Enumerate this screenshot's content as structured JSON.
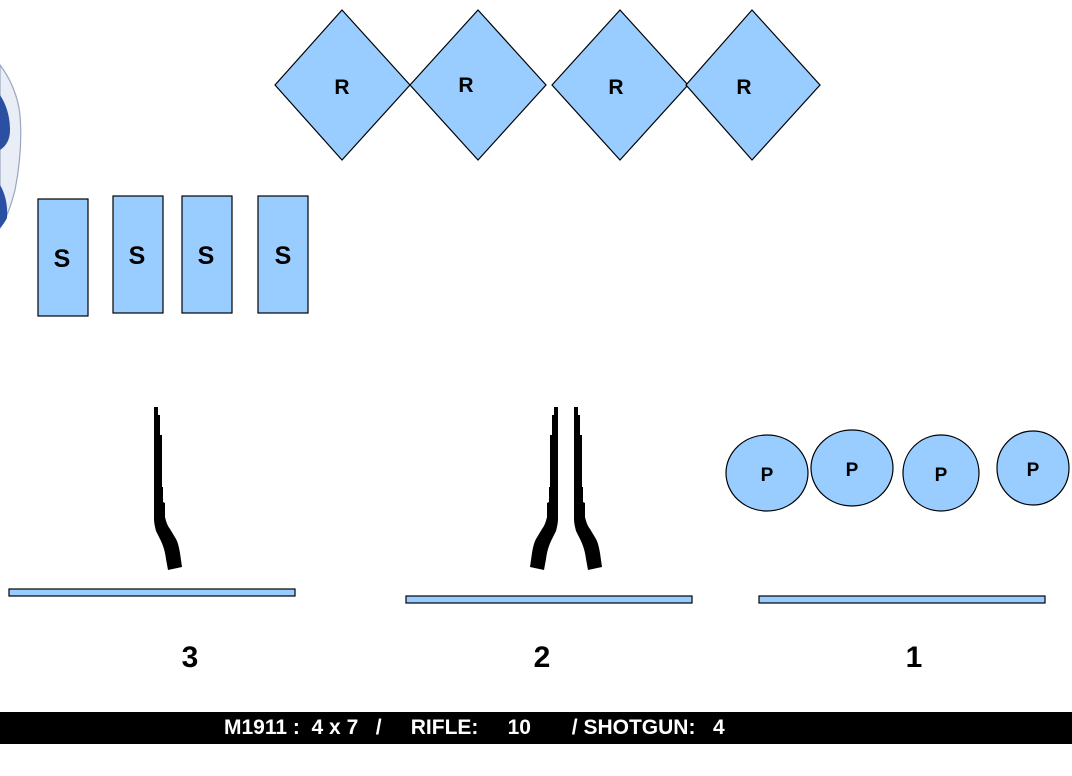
{
  "colors": {
    "target_fill": "#99ccff",
    "target_stroke": "#000000",
    "seal_blue": "#2b4fa3",
    "footer_bg": "#000000",
    "footer_text": "#ffffff"
  },
  "icons": {
    "seal": "award-seal-icon",
    "shotgun": "shotgun-icon"
  },
  "rifle_targets": {
    "labels": [
      "R",
      "R",
      "R",
      "R"
    ]
  },
  "shotgun_targets": {
    "labels": [
      "S",
      "S",
      "S",
      "S"
    ]
  },
  "pistol_targets": {
    "labels": [
      "P",
      "P",
      "P",
      "P"
    ]
  },
  "stations": [
    {
      "number": "3",
      "guns_staged": 1
    },
    {
      "number": "2",
      "guns_staged": 2
    },
    {
      "number": "1",
      "guns_staged": 0
    }
  ],
  "footer": {
    "text": "M1911 :  4 x 7   /     RIFLE:     10       / SHOTGUN:   4"
  }
}
